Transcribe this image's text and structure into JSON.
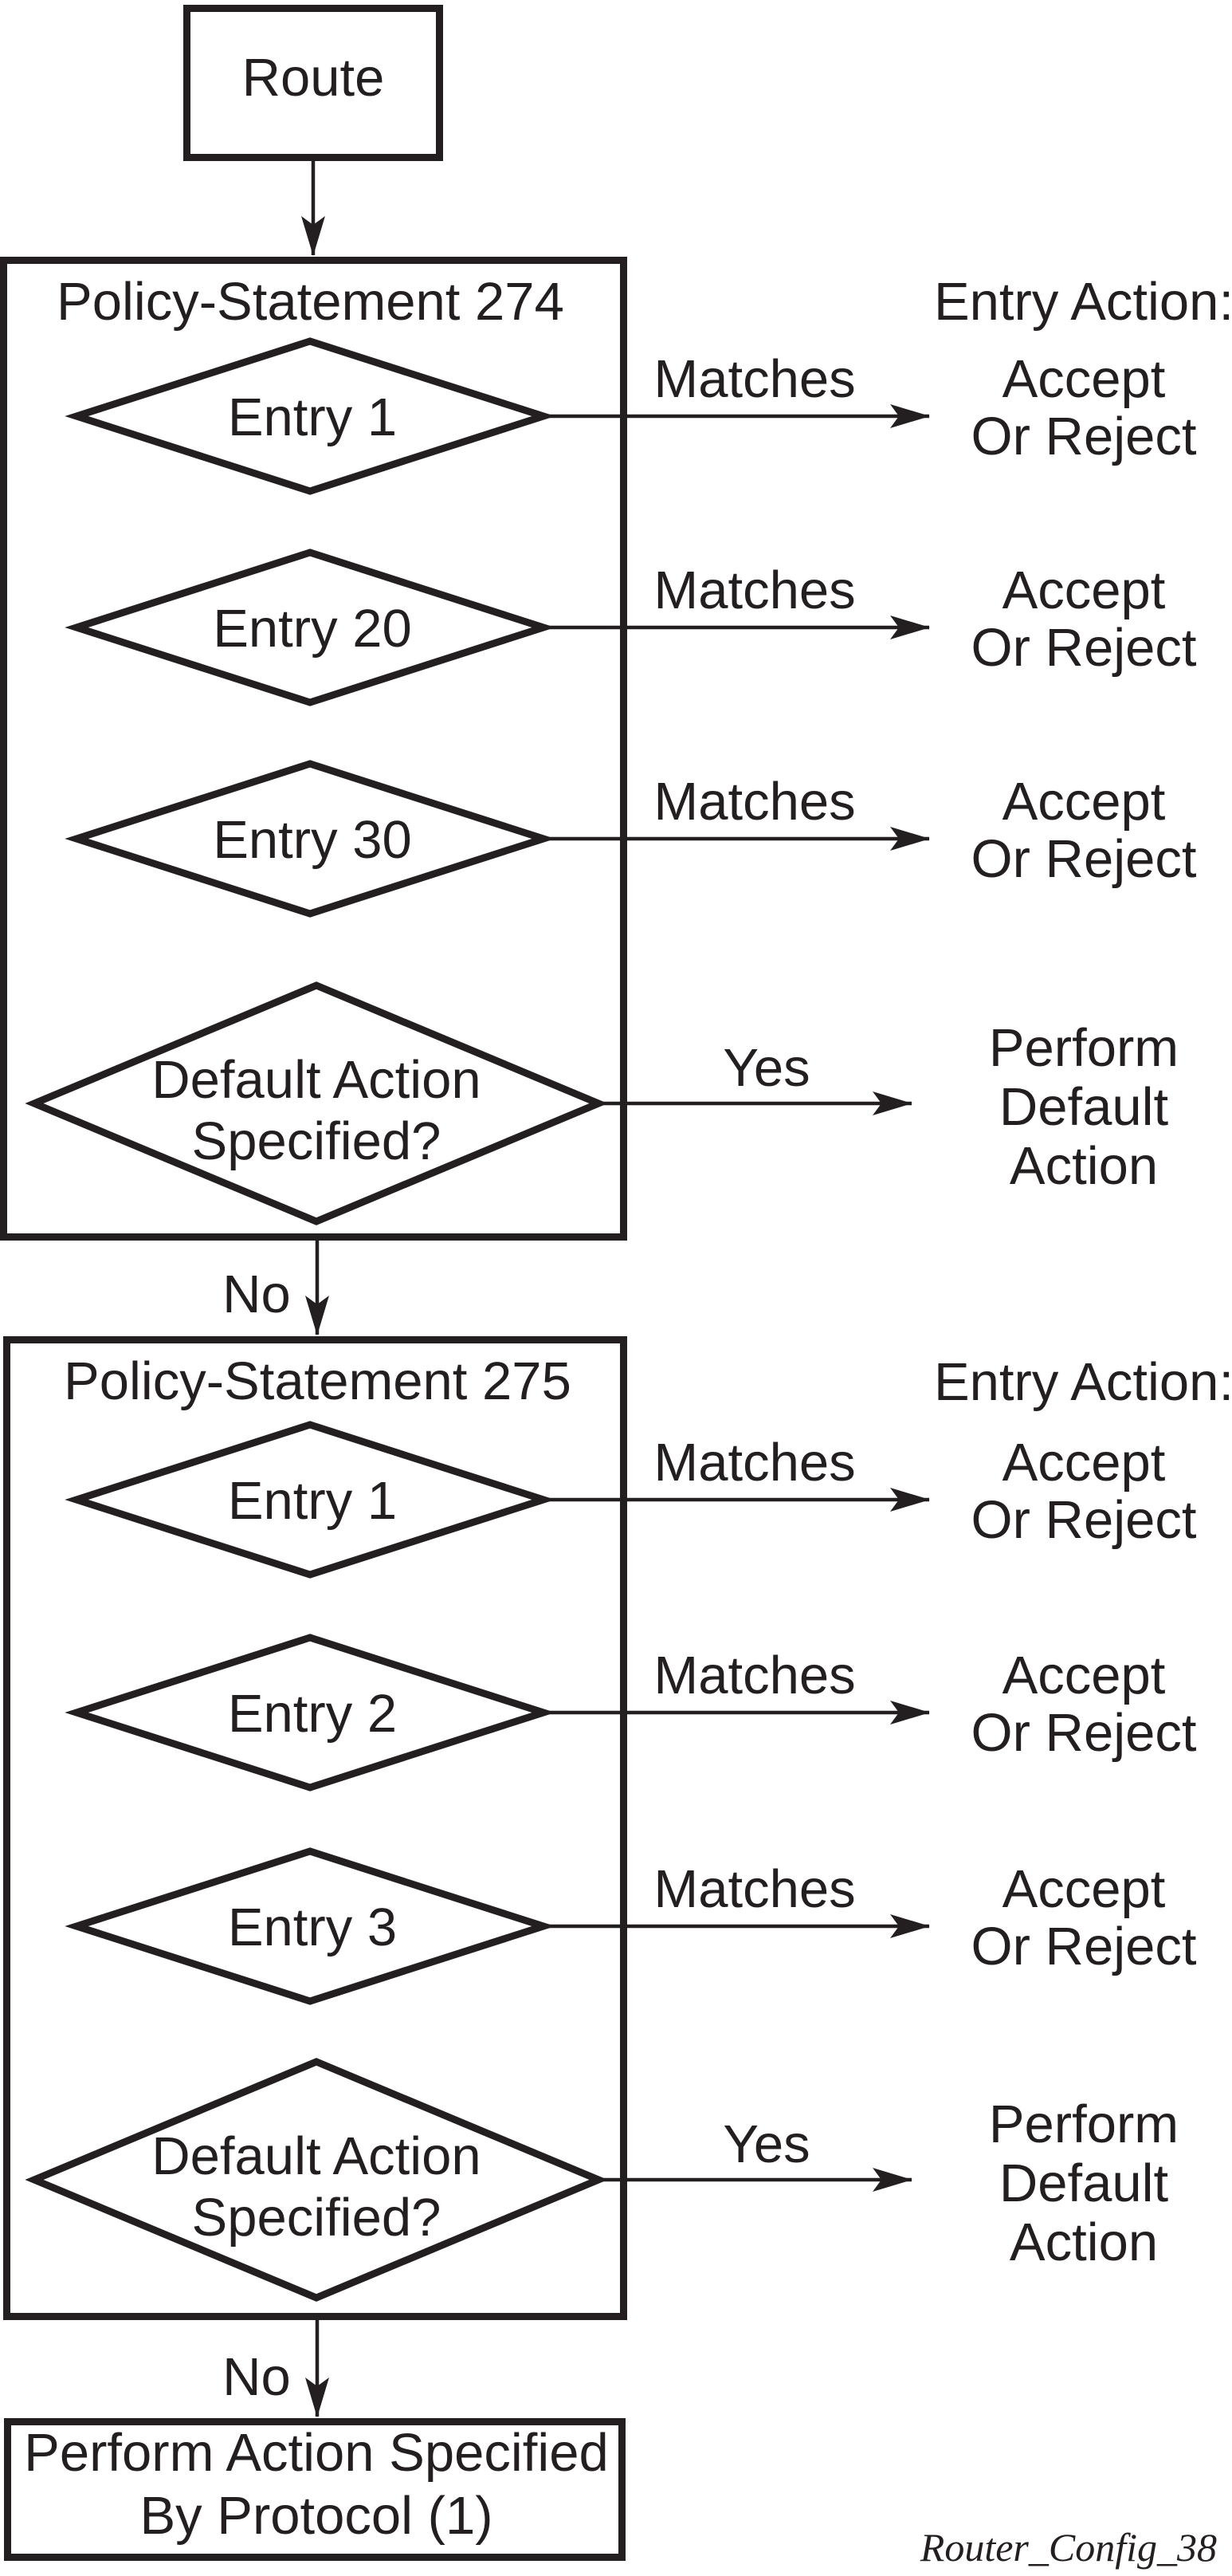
{
  "figure": {
    "background_color": "#ffffff",
    "ink_color": "#231f20",
    "caption": "Router_Config_38"
  },
  "route_node": {
    "label": "Route"
  },
  "policies": [
    {
      "title": "Policy-Statement 274",
      "entry_action_header": "Entry Action:",
      "entries": [
        {
          "name": "Entry 1",
          "match_label": "Matches",
          "action_lines": [
            "Accept",
            "Or Reject"
          ]
        },
        {
          "name": "Entry 20",
          "match_label": "Matches",
          "action_lines": [
            "Accept",
            "Or Reject"
          ]
        },
        {
          "name": "Entry 30",
          "match_label": "Matches",
          "action_lines": [
            "Accept",
            "Or Reject"
          ]
        }
      ],
      "default_check": {
        "question_lines": [
          "Default Action",
          "Specified?"
        ],
        "yes_label": "Yes",
        "yes_action_lines": [
          "Perform",
          "Default",
          "Action"
        ],
        "no_label": "No"
      }
    },
    {
      "title": "Policy-Statement 275",
      "entry_action_header": "Entry Action:",
      "entries": [
        {
          "name": "Entry 1",
          "match_label": "Matches",
          "action_lines": [
            "Accept",
            "Or Reject"
          ]
        },
        {
          "name": "Entry 2",
          "match_label": "Matches",
          "action_lines": [
            "Accept",
            "Or Reject"
          ]
        },
        {
          "name": "Entry 3",
          "match_label": "Matches",
          "action_lines": [
            "Accept",
            "Or Reject"
          ]
        }
      ],
      "default_check": {
        "question_lines": [
          "Default Action",
          "Specified?"
        ],
        "yes_label": "Yes",
        "yes_action_lines": [
          "Perform",
          "Default",
          "Action"
        ],
        "no_label": "No"
      }
    }
  ],
  "terminal_node": {
    "label_lines": [
      "Perform Action Specified",
      "By Protocol (1)"
    ]
  }
}
